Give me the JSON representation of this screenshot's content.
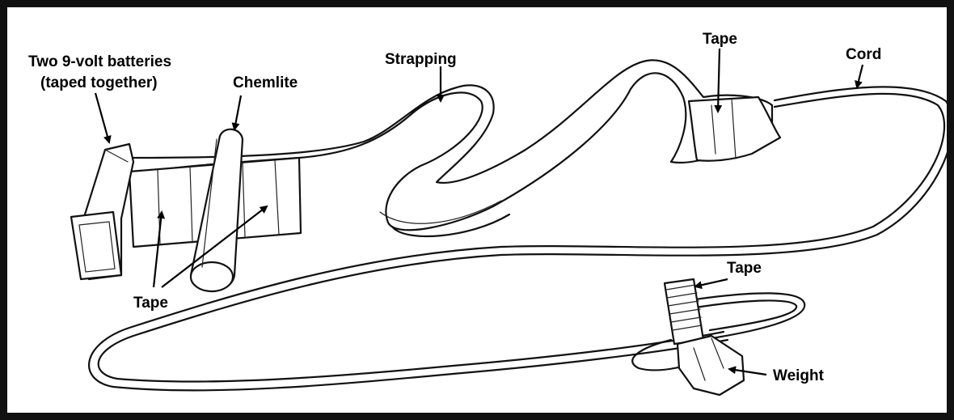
{
  "labels": {
    "batteries_line1": "Two 9-volt batteries",
    "batteries_line2": "(taped together)",
    "chemlite": "Chemlite",
    "strapping": "Strapping",
    "tape_top": "Tape",
    "cord": "Cord",
    "tape_left": "Tape",
    "tape_bolt": "Tape",
    "weight": "Weight"
  }
}
